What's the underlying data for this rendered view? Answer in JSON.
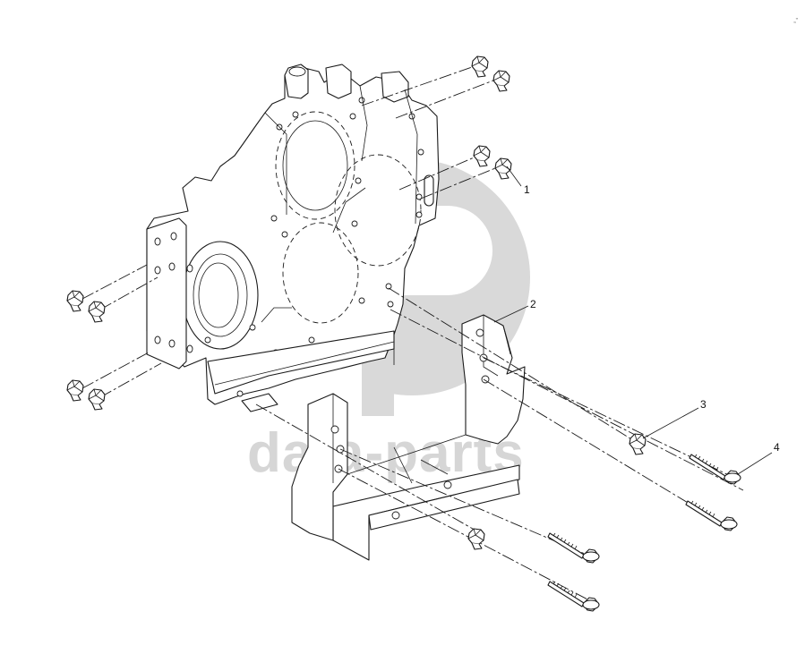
{
  "callouts": [
    {
      "id": "1",
      "label": "1"
    },
    {
      "id": "2",
      "label": "2"
    },
    {
      "id": "3",
      "label": "3"
    },
    {
      "id": "4",
      "label": "4"
    }
  ],
  "watermark": {
    "text": "data-parts"
  },
  "corner_mark": "„”",
  "colors": {
    "line": "#1a1a1a",
    "watermark": "#d6d6d6",
    "background": "#ffffff"
  }
}
